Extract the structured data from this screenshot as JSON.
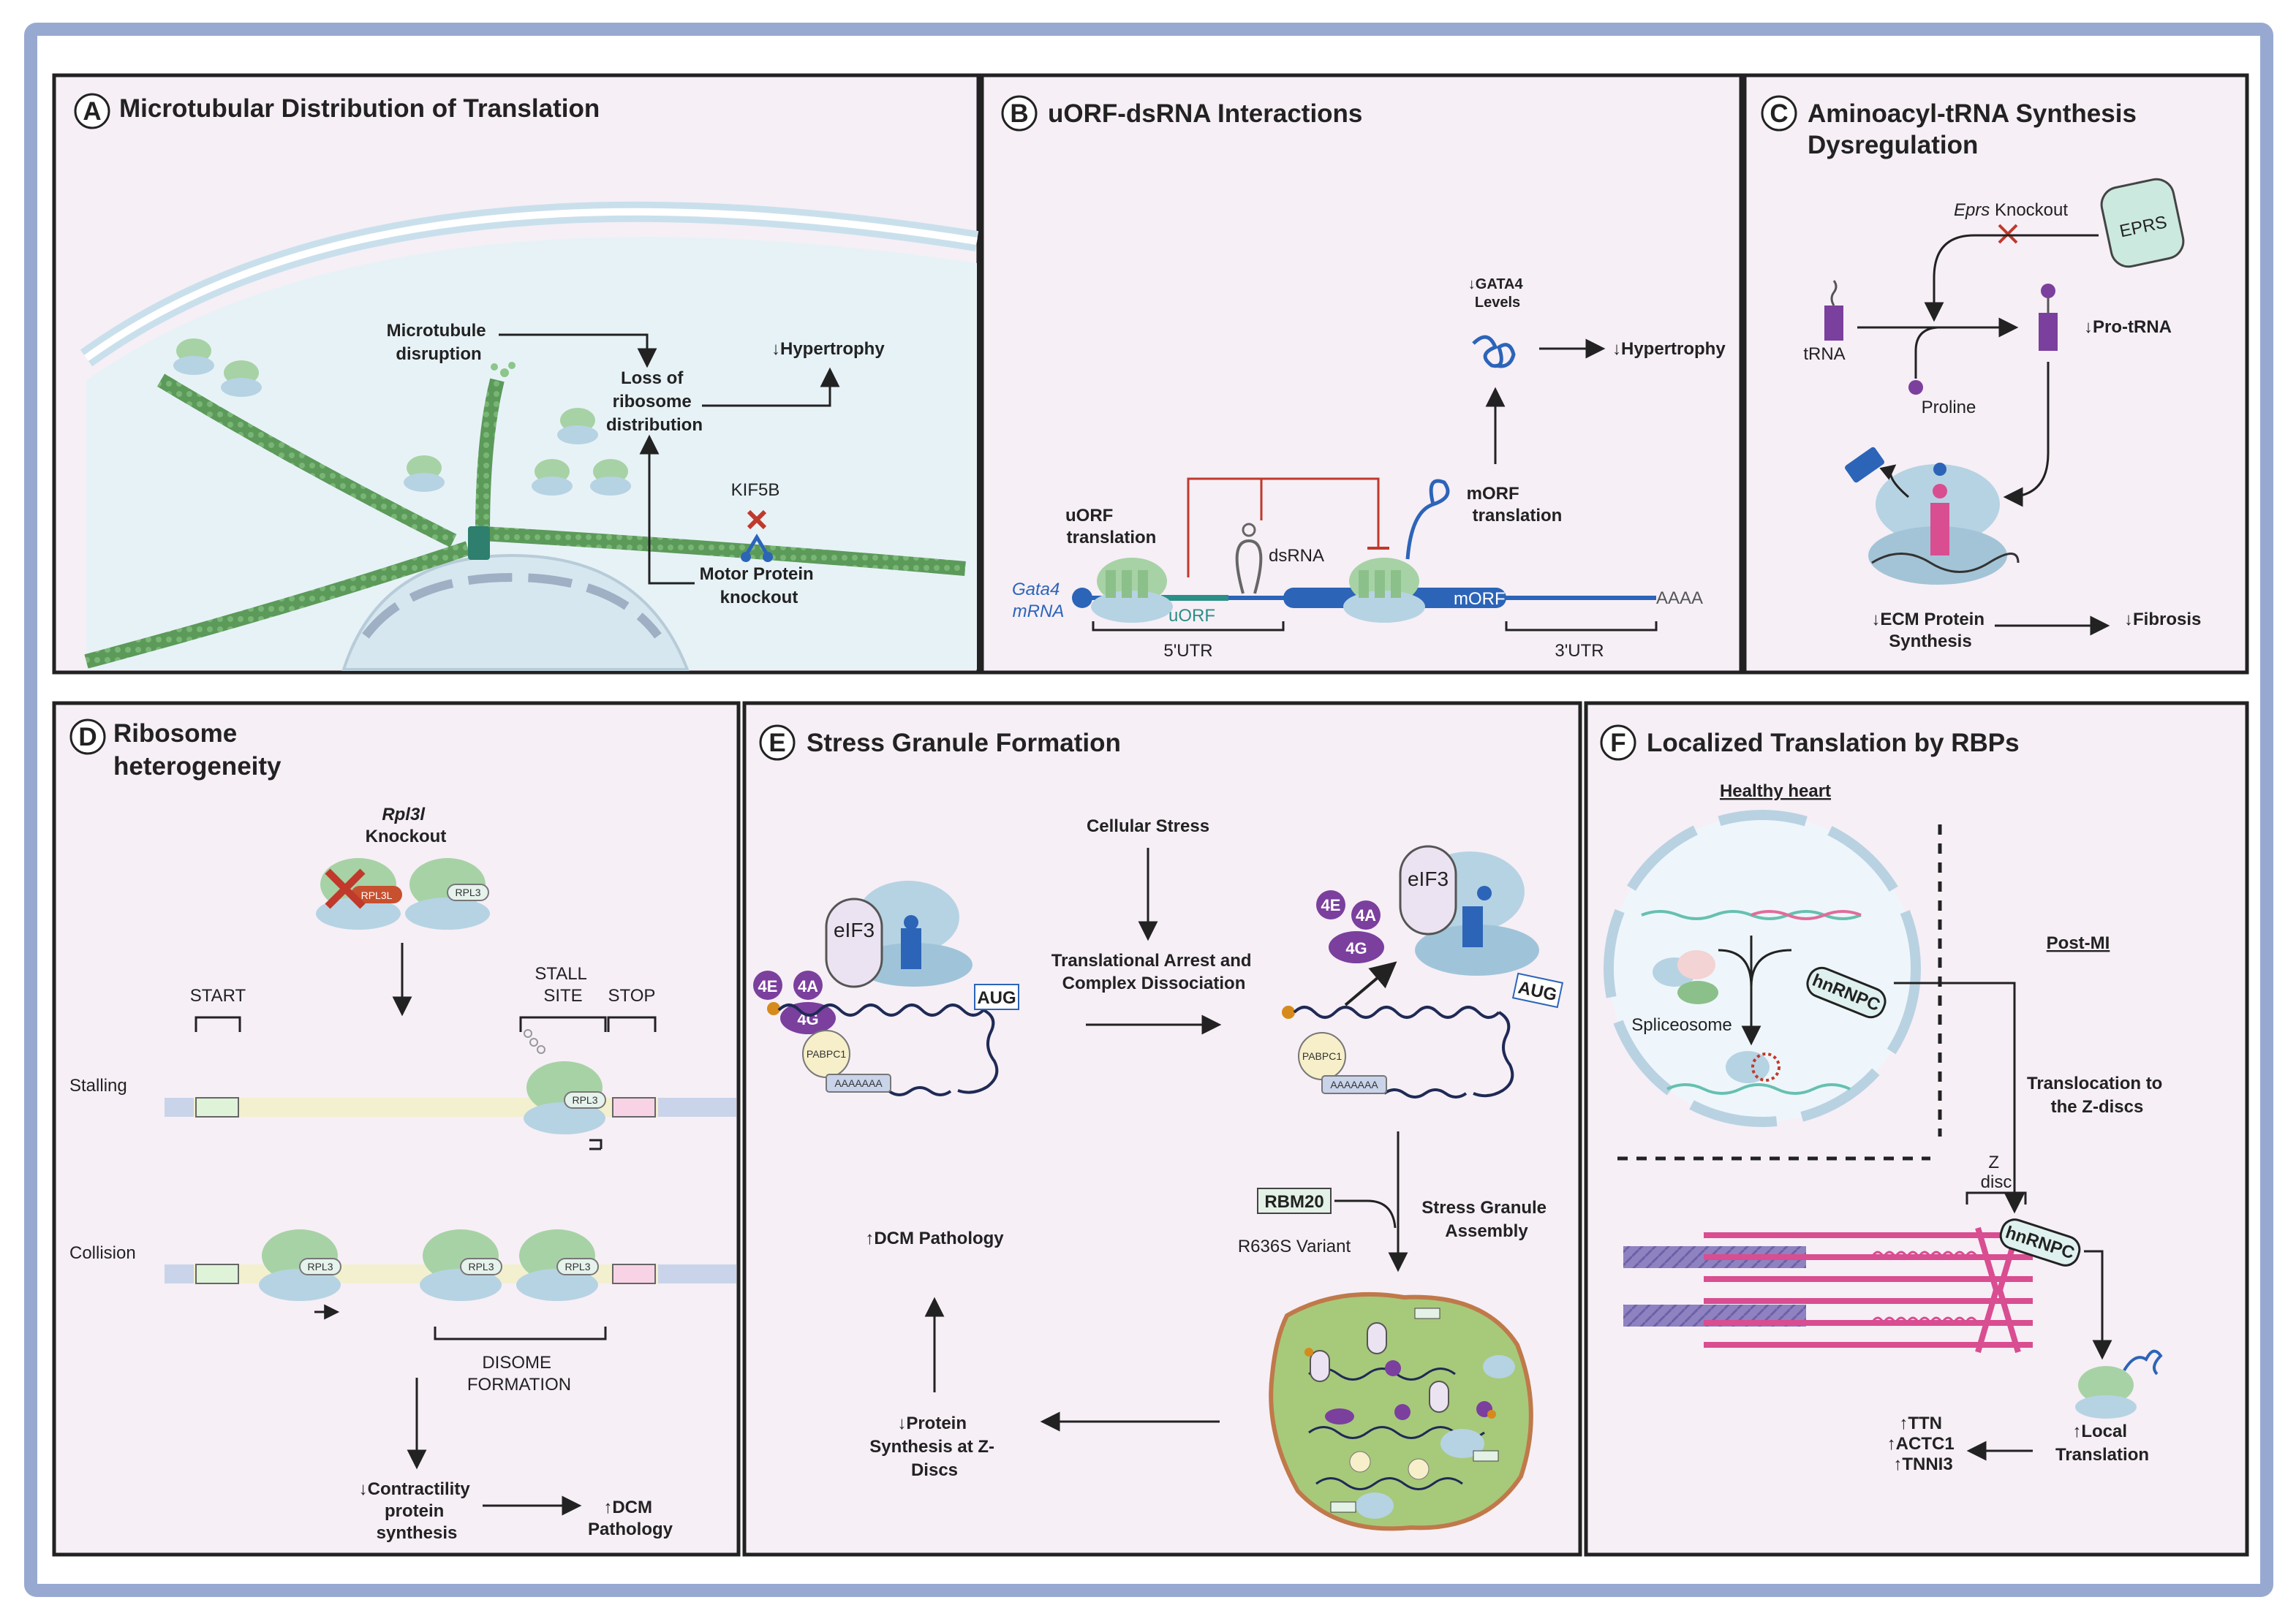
{
  "colors": {
    "outer_border": "#98a9d1",
    "panel_bg": "#f6eff6",
    "ribosome_green": "#a7d2a5",
    "ribosome_blue": "#b6d3e3",
    "mrna_blue": "#2c64b8",
    "inhibit_red": "#c0392b",
    "purple": "#7b3f9e",
    "magenta": "#d94d91",
    "microtubule": "#5c9a5a"
  },
  "panels": {
    "a": {
      "letter": "A",
      "title": "Microtubular Distribution of Translation",
      "microtubule_disruption": [
        "Microtubule",
        "disruption"
      ],
      "loss_of": [
        "Loss of",
        "ribosome",
        "distribution"
      ],
      "hypertrophy": "↓Hypertrophy",
      "kif5b": "KIF5B",
      "motor_knockout": [
        "Motor Protein",
        "knockout"
      ]
    },
    "b": {
      "letter": "B",
      "title": "uORF-dsRNA Interactions",
      "gata4_levels": [
        "↓GATA4",
        "Levels"
      ],
      "hypertrophy": "↓Hypertrophy",
      "uorf_translation": [
        "uORF",
        "translation"
      ],
      "morf_translation": [
        "mORF",
        "translation"
      ],
      "dsrna": "dsRNA",
      "gata4_mrna": [
        "Gata4",
        "mRNA"
      ],
      "uorf": "uORF",
      "morf": "mORF",
      "polya": "AAAA",
      "utr5": "5'UTR",
      "utr3": "3'UTR"
    },
    "c": {
      "letter": "C",
      "title": [
        "Aminoacyl-tRNA Synthesis",
        "Dysregulation"
      ],
      "eprs_gene": "Eprs",
      "knockout": " Knockout",
      "eprs": "EPRS",
      "trna": "tRNA",
      "pro_trna": "↓Pro-tRNA",
      "proline": "Proline",
      "ecm": [
        "↓ECM Protein",
        "Synthesis"
      ],
      "fibrosis": "↓Fibrosis"
    },
    "d": {
      "letter": "D",
      "title": [
        "Ribosome",
        "heterogeneity"
      ],
      "rpl3l_knockout": [
        "Rpl3l",
        "Knockout"
      ],
      "rpl3l": "RPL3L",
      "rpl3": "RPL3",
      "start": "START",
      "stall_site": [
        "STALL",
        "SITE"
      ],
      "stop": "STOP",
      "stalling": "Stalling",
      "collision": "Collision",
      "disome": [
        "DISOME",
        "FORMATION"
      ],
      "contractility": [
        "↓Contractility",
        "protein",
        "synthesis"
      ],
      "dcm": [
        "↑DCM",
        "Pathology"
      ]
    },
    "e": {
      "letter": "E",
      "title": "Stress Granule Formation",
      "cellular_stress": "Cellular Stress",
      "arrest": [
        "Translational Arrest and",
        "Complex Dissociation"
      ],
      "eif3": "eIF3",
      "f4e": "4E",
      "f4a": "4A",
      "f4g": "4G",
      "aug": "AUG",
      "pabpc1": "PABPC1",
      "polya": "AAAAAAA",
      "rbm20": "RBM20",
      "variant": "R636S Variant",
      "sg_assembly": [
        "Stress Granule",
        "Assembly"
      ],
      "dcm": "↑DCM Pathology",
      "protein_synthesis": [
        "↓Protein",
        "Synthesis at Z-",
        "Discs"
      ]
    },
    "f": {
      "letter": "F",
      "title": "Localized Translation by RBPs",
      "healthy": "Healthy heart",
      "post_mi": "Post-MI",
      "spliceosome": "Spliceosome",
      "hnrnpc": "hnRNPC",
      "translocation": [
        "Translocation to",
        "the Z-discs"
      ],
      "zdisc": [
        "Z",
        "disc"
      ],
      "local_translation": [
        "↑Local",
        "Translation"
      ],
      "targets": [
        "↑TTN",
        "↑ACTC1",
        "↑TNNI3"
      ]
    }
  }
}
